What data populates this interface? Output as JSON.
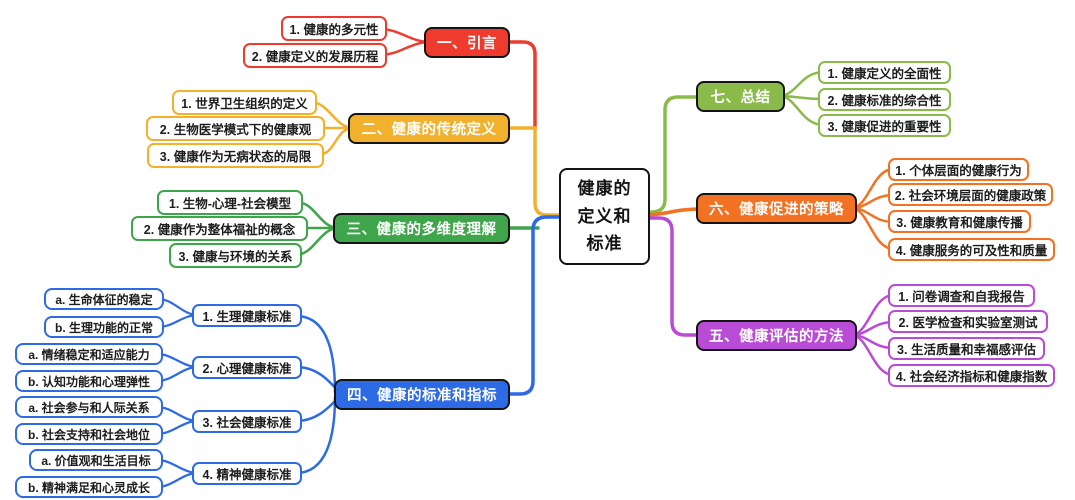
{
  "map": {
    "central": {
      "label": "健康的\n定义和\n标准"
    },
    "palette": {
      "red": "#ee3b2d",
      "yellow": "#f2b12d",
      "green": "#3fa54a",
      "blue": "#2d6ae5",
      "light_green": "#8aba4a",
      "orange": "#f37122",
      "purple": "#b94cd6"
    },
    "branches": [
      {
        "label": "一、引言",
        "color": "#ee3b2d",
        "children": [
          {
            "label": "1. 健康的多元性"
          },
          {
            "label": "2. 健康定义的发展历程"
          }
        ]
      },
      {
        "label": "二、健康的传统定义",
        "color": "#f2b12d",
        "children": [
          {
            "label": "1. 世界卫生组织的定义"
          },
          {
            "label": "2. 生物医学模式下的健康观"
          },
          {
            "label": "3. 健康作为无病状态的局限"
          }
        ]
      },
      {
        "label": "三、健康的多维度理解",
        "color": "#3fa54a",
        "children": [
          {
            "label": "1. 生物-心理-社会模型"
          },
          {
            "label": "2. 健康作为整体福祉的概念"
          },
          {
            "label": "3. 健康与环境的关系"
          }
        ]
      },
      {
        "label": "四、健康的标准和指标",
        "color": "#2d6ae5",
        "children": [
          {
            "label": "1. 生理健康标准",
            "children": [
              {
                "label": "a. 生命体征的稳定"
              },
              {
                "label": "b. 生理功能的正常"
              }
            ]
          },
          {
            "label": "2. 心理健康标准",
            "children": [
              {
                "label": "a. 情绪稳定和适应能力"
              },
              {
                "label": "b. 认知功能和心理弹性"
              }
            ]
          },
          {
            "label": "3. 社会健康标准",
            "children": [
              {
                "label": "a. 社会参与和人际关系"
              },
              {
                "label": "b. 社会支持和社会地位"
              }
            ]
          },
          {
            "label": "4. 精神健康标准",
            "children": [
              {
                "label": "a. 价值观和生活目标"
              },
              {
                "label": "b. 精神满足和心灵成长"
              }
            ]
          }
        ]
      },
      {
        "label": "五、健康评估的方法",
        "color": "#b94cd6",
        "children": [
          {
            "label": "1. 问卷调查和自我报告"
          },
          {
            "label": "2. 医学检查和实验室测试"
          },
          {
            "label": "3. 生活质量和幸福感评估"
          },
          {
            "label": "4. 社会经济指标和健康指数"
          }
        ]
      },
      {
        "label": "六、健康促进的策略",
        "color": "#f37122",
        "children": [
          {
            "label": "1. 个体层面的健康行为"
          },
          {
            "label": "2. 社会环境层面的健康政策"
          },
          {
            "label": "3. 健康教育和健康传播"
          },
          {
            "label": "4. 健康服务的可及性和质量"
          }
        ]
      },
      {
        "label": "七、总结",
        "color": "#8aba4a",
        "children": [
          {
            "label": "1. 健康定义的全面性"
          },
          {
            "label": "2. 健康标准的综合性"
          },
          {
            "label": "3. 健康促进的重要性"
          }
        ]
      }
    ]
  }
}
